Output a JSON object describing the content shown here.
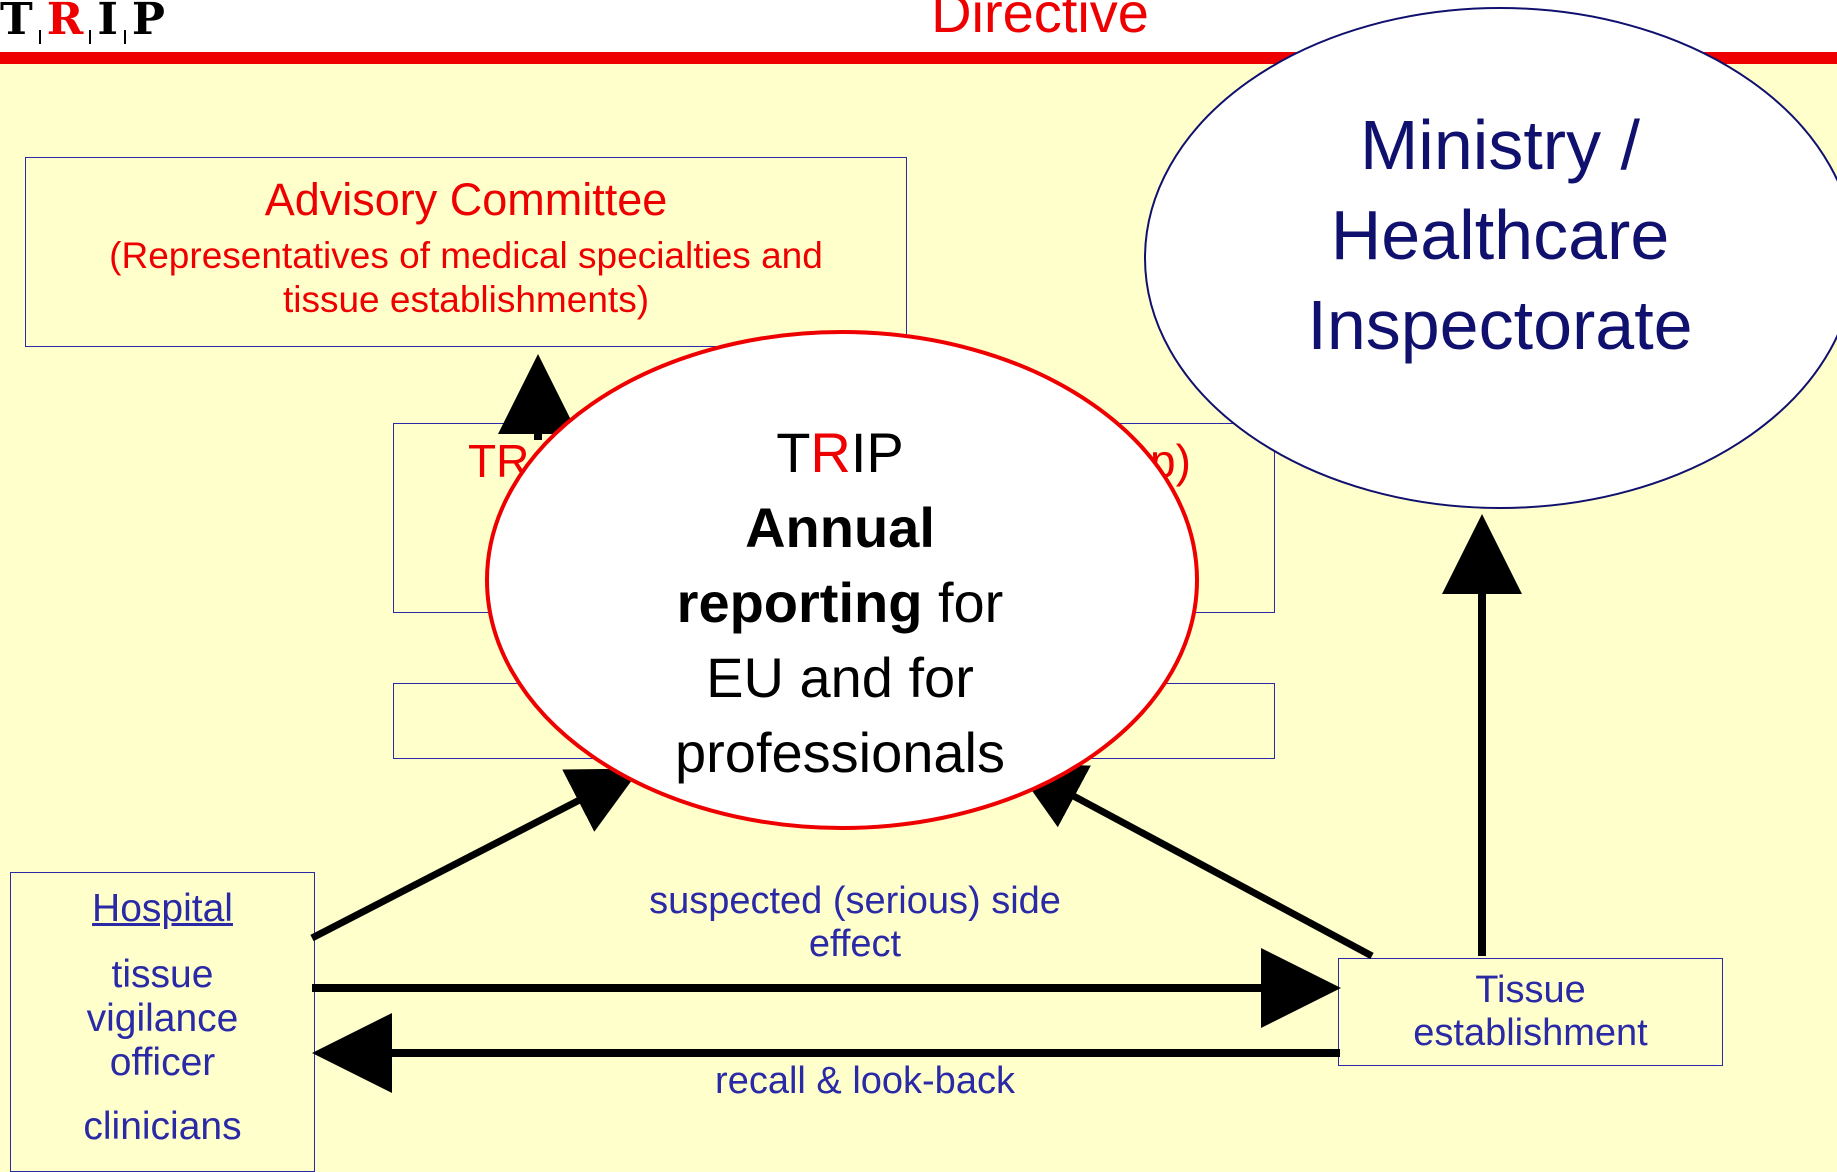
{
  "header": {
    "logo": {
      "letters": [
        "T",
        "R",
        "I",
        "P"
      ]
    },
    "title": "Directive"
  },
  "advisory_committee": {
    "heading": "Advisory Committee",
    "sub_line1": "(Representatives of medical specialties and",
    "sub_line2": "tissue establishments)"
  },
  "trip_box": {
    "left_fragment": "TR",
    "right_fragment": "p)"
  },
  "ministry": {
    "line1": "Ministry /",
    "line2": "Healthcare",
    "line3": "Inspectorate"
  },
  "trip_bubble": {
    "prefix": "T",
    "highlight": "R",
    "suffix": "IP",
    "line2": "Annual",
    "line3_bold": "reporting",
    "line3_rest": " for",
    "line4": "EU and for",
    "line5": "professionals"
  },
  "hospital": {
    "title": "Hospital",
    "role_line1": "tissue",
    "role_line2": "vigilance",
    "role_line3": "officer",
    "clinicians": "clinicians"
  },
  "tissue_establishment": {
    "line1": "Tissue",
    "line2": "establishment"
  },
  "flows": {
    "side_effect_line1": "suspected (serious) side",
    "side_effect_line2": "effect",
    "recall": "recall & look-back"
  },
  "colors": {
    "background": "#ffffcc",
    "accent_red": "#ee0000",
    "blue_text": "#2a2aa6",
    "navy_text": "#10106e"
  }
}
